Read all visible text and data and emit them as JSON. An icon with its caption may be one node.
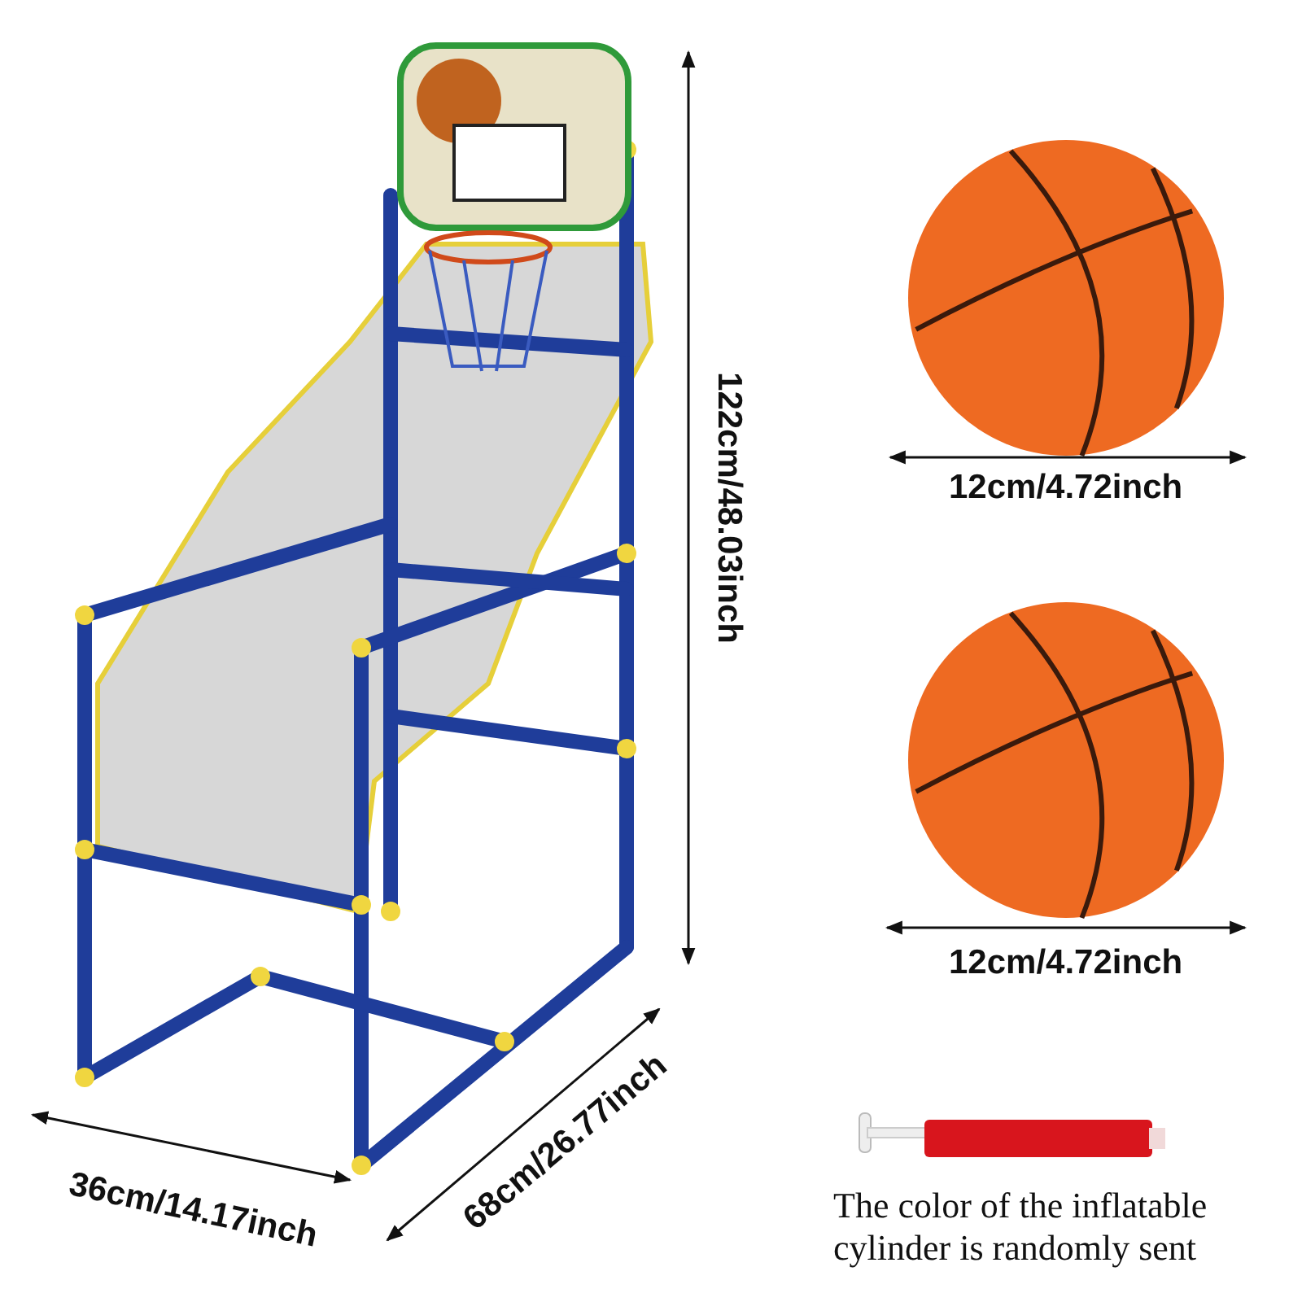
{
  "diagram": {
    "labels": [
      "122cm/48.03inch",
      "12cm/4.72inch",
      "12cm/4.72inch",
      "36cm/14.17inch",
      "68cm/26.77inch",
      "The color of the inflatable cylinder is randomly sent"
    ]
  }
}
